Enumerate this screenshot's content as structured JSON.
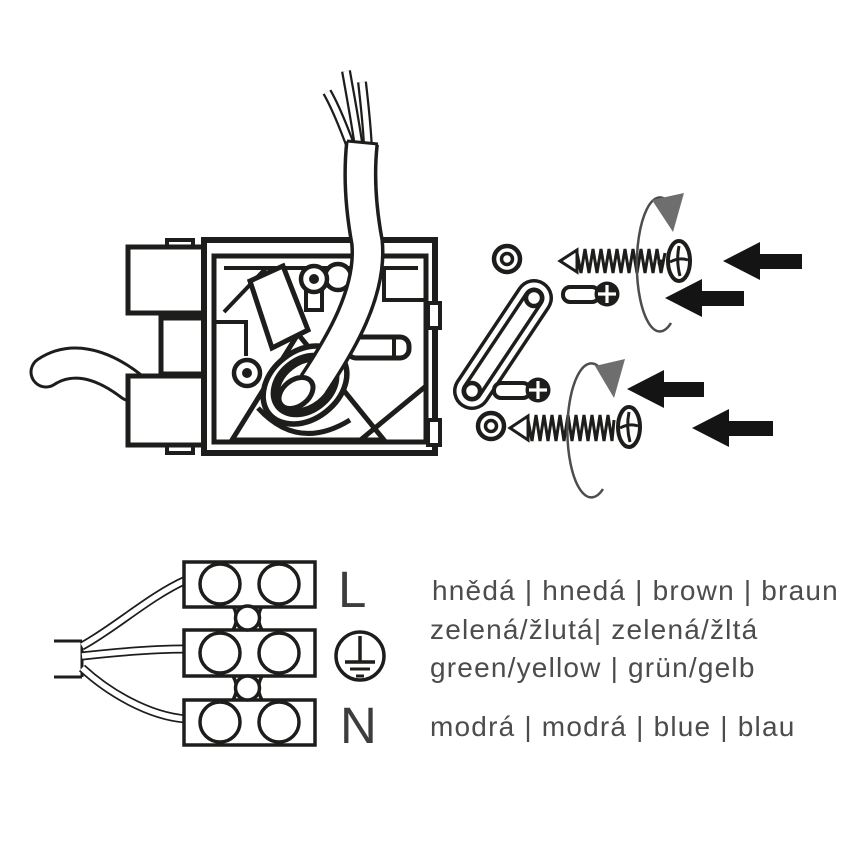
{
  "terminal_diagram": {
    "labels": {
      "live": "L",
      "neutral": "N"
    },
    "earth_icon": "protective-earth-symbol"
  },
  "wire_legend": {
    "brown": "hnědá | hnedá | brown | braun",
    "green_yellow_1": "zelená/žlutá| zelená/žltá",
    "green_yellow_2": "green/yellow | grün/gelb",
    "blue": "modrá | modrá | blue | blau"
  },
  "icons": {
    "earth": "circle-with-ground-bars",
    "rotate_arrow": "elliptical-rotation-arc-with-gray-arrowhead",
    "direction_arrow": "solid-black-left-arrow",
    "screw": "phillips-wood-screw",
    "machine_screw": "phillips-machine-screw",
    "washer": "ring-washer",
    "bracket": "two-hole-link-bracket"
  },
  "colors": {
    "line_art": "#1d1d1b",
    "arrow_black": "#141414",
    "rotation_arrow_gray": "#6e6e6e",
    "legend_text": "#4c4c4c",
    "terminal_label_text": "#3d3d3d",
    "background": "#ffffff"
  }
}
